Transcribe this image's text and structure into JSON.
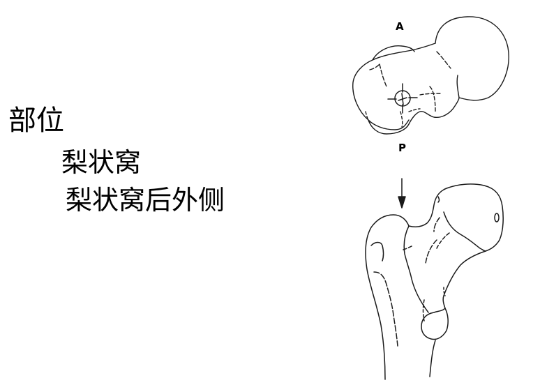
{
  "slide": {
    "heading": "部位",
    "items": [
      "梨状窝",
      "梨状窝后外侧"
    ]
  },
  "figures": {
    "top": {
      "description": "superior view of proximal femur with crosshair target",
      "labels": {
        "anterior": "A",
        "posterior": "P"
      },
      "icons": [
        "crosshair-target-icon"
      ]
    },
    "bottom": {
      "description": "anterior view of proximal femur with entry arrow",
      "icons": [
        "down-arrow-icon"
      ]
    }
  },
  "colors": {
    "background": "#ffffff",
    "text": "#000000",
    "line": "#1a1a1a"
  }
}
